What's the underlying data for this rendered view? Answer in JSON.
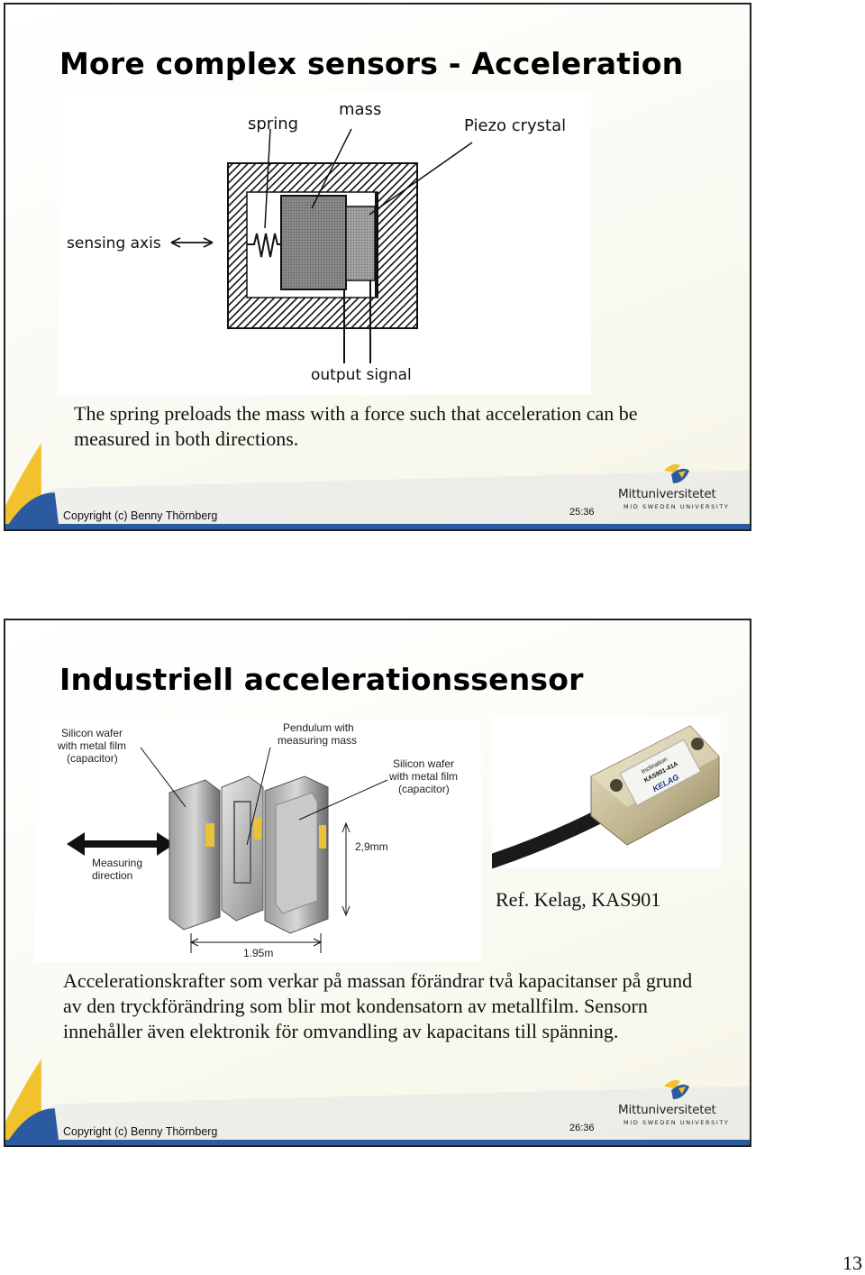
{
  "slide1": {
    "title": "More complex sensors - Acceleration",
    "diagram_labels": {
      "spring": "spring",
      "mass": "mass",
      "piezo": "Piezo crystal",
      "sensing_axis": "sensing axis",
      "output_signal": "output signal"
    },
    "body": "The spring preloads the mass with a force such that acceleration can be measured in both directions.",
    "footer_copyright": "Copyright (c) Benny Thörnberg",
    "slide_number": "25:36"
  },
  "slide2": {
    "title": "Industriell accelerationssensor",
    "diagram_labels": {
      "wafer1_l1": "Silicon wafer",
      "wafer1_l2": "with metal film",
      "wafer1_l3": "(capacitor)",
      "pendulum_l1": "Pendulum with",
      "pendulum_l2": "measuring mass",
      "wafer2_l1": "Silicon wafer",
      "wafer2_l2": "with metal film",
      "wafer2_l3": "(capacitor)",
      "measuring_l1": "Measuring",
      "measuring_l2": "direction",
      "height_dim": "2,9mm",
      "width_dim": "1.95m"
    },
    "product_label": {
      "line1": "Inclination",
      "line2": "KAS901-41A",
      "brand": "KELAG"
    },
    "reference": "Ref. Kelag, KAS901",
    "body": "Accelerationskrafter som verkar på massan förändrar två kapacitanser på grund av den tryckförändring som blir mot kondensatorn av metallfilm. Sensorn innehåller även elektronik för omvandling av kapacitans till spänning.",
    "footer_copyright": "Copyright (c) Benny Thörnberg",
    "slide_number": "26:36"
  },
  "logo": {
    "name": "Mittuniversitetet",
    "subtitle": "MID SWEDEN UNIVERSITY"
  },
  "page_number": "13",
  "colors": {
    "accent_blue": "#2c5aa0",
    "accent_yellow": "#f2c12e",
    "slide_bg": "#f6f5e6"
  }
}
